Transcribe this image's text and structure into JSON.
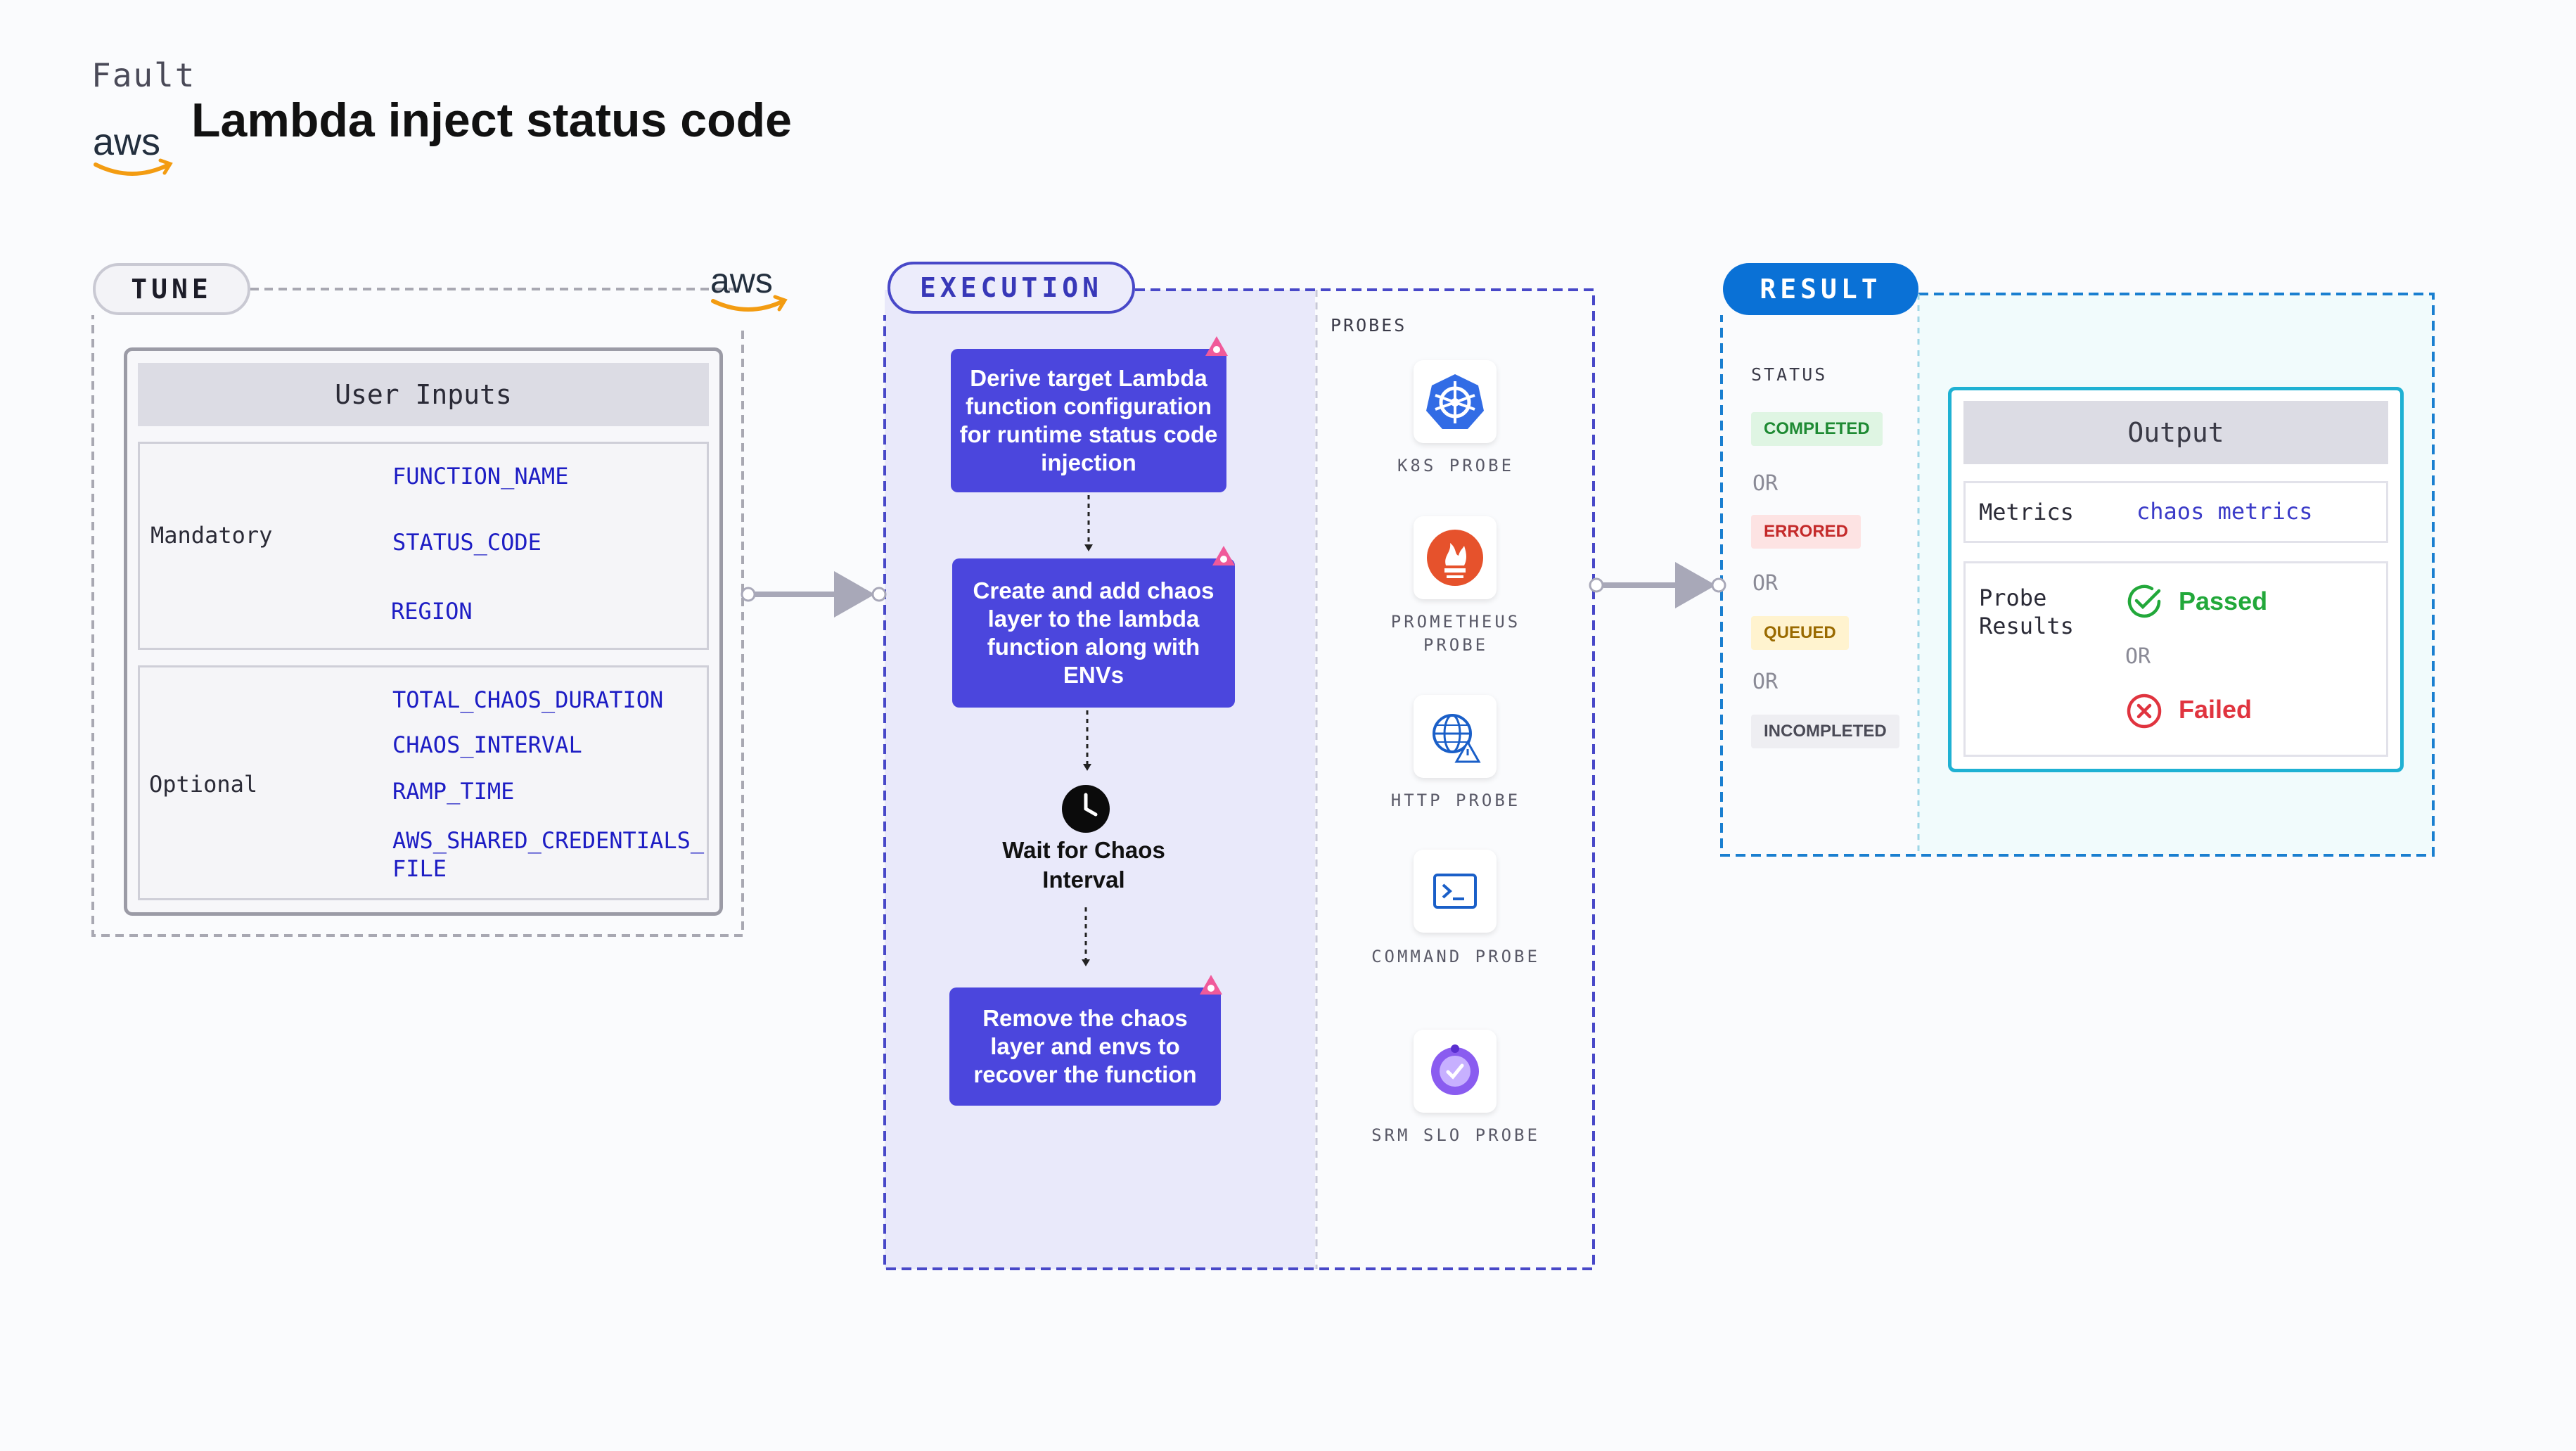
{
  "header": {
    "fault_label": "Fault",
    "title": "Lambda inject status code",
    "logo_text": "aws"
  },
  "tune": {
    "pill_label": "TUNE",
    "logo_text": "aws",
    "user_inputs_title": "User Inputs",
    "mandatory_label": "Mandatory",
    "mandatory_params": [
      "FUNCTION_NAME",
      "STATUS_CODE",
      "REGION"
    ],
    "optional_label": "Optional",
    "optional_params": [
      "TOTAL_CHAOS_DURATION",
      "CHAOS_INTERVAL",
      "RAMP_TIME",
      "AWS_SHARED_CREDENTIALS_",
      "FILE"
    ]
  },
  "execution": {
    "pill_label": "EXECUTION",
    "steps": [
      "Derive target Lambda function configuration for runtime status code injection",
      "Create and add chaos layer to the lambda function along with ENVs",
      "Remove the chaos layer and envs to recover the function"
    ],
    "wait_text": "Wait for Chaos Interval"
  },
  "probes": {
    "title": "PROBES",
    "items": [
      {
        "label": "K8S PROBE",
        "icon": "kubernetes-icon"
      },
      {
        "label": "PROMETHEUS PROBE",
        "icon": "prometheus-icon"
      },
      {
        "label": "HTTP PROBE",
        "icon": "http-globe-icon"
      },
      {
        "label": "COMMAND PROBE",
        "icon": "terminal-icon"
      },
      {
        "label": "SRM SLO PROBE",
        "icon": "srm-slo-icon"
      }
    ]
  },
  "result": {
    "pill_label": "RESULT",
    "status_title": "STATUS",
    "statuses": [
      {
        "label": "COMPLETED",
        "bg": "#dff5e3",
        "fg": "#1e8a33"
      },
      {
        "label": "ERRORED",
        "bg": "#fde3e3",
        "fg": "#c42a2a"
      },
      {
        "label": "QUEUED",
        "bg": "#fff3cf",
        "fg": "#9a6a00"
      },
      {
        "label": "INCOMPLETED",
        "bg": "#eeeef2",
        "fg": "#4a4a56"
      }
    ],
    "or_text": "OR",
    "output_title": "Output",
    "metrics_label": "Metrics",
    "metrics_value": "chaos metrics",
    "probe_results_label": "Probe Results",
    "passed_text": "Passed",
    "failed_text": "Failed"
  },
  "colors": {
    "accent": "#4b46dd",
    "result_blue": "#0a71d6",
    "output_border": "#1fb1d3",
    "param_blue": "#1d1dc4"
  }
}
